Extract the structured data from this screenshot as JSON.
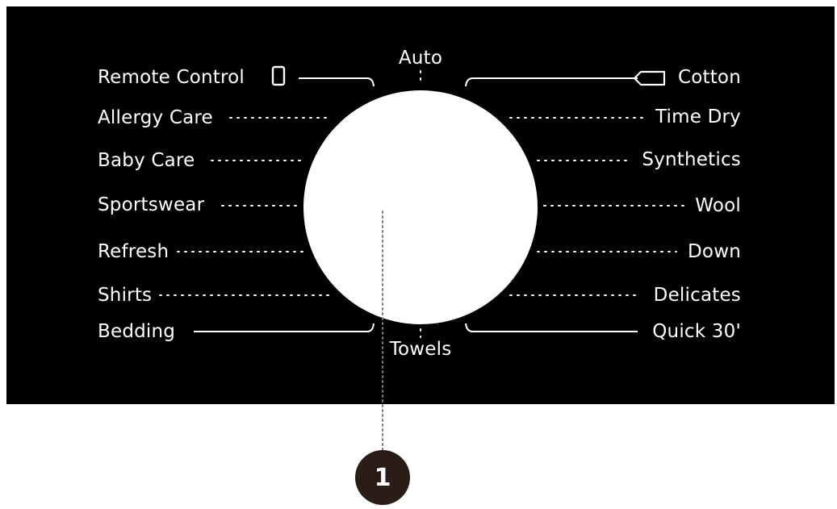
{
  "programs": {
    "top": "Auto",
    "bottom": "Towels",
    "left": [
      "Remote Control",
      "Allergy Care",
      "Baby Care",
      "Sportswear",
      "Refresh",
      "Shirts",
      "Bedding"
    ],
    "right": [
      "Cotton",
      "Time Dry",
      "Synthetics",
      "Wool",
      "Down",
      "Delicates",
      "Quick 30'"
    ]
  },
  "icons": {
    "remote_control": "smartphone-icon",
    "cotton": "tag-icon"
  },
  "callout": {
    "number": "1"
  },
  "colors": {
    "panel": "#000000",
    "knob": "#ffffff",
    "callout_bg": "#2a1d18",
    "text": "#ffffff"
  }
}
